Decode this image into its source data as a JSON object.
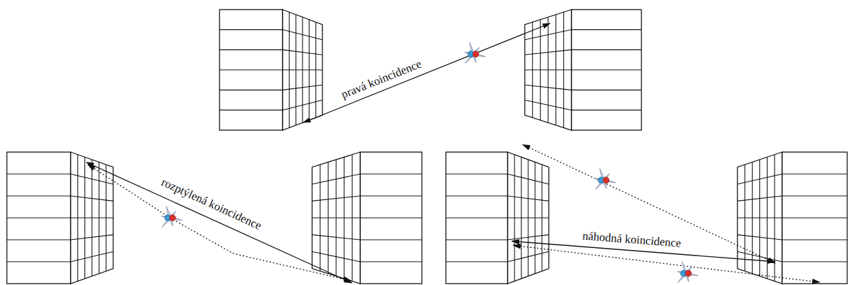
{
  "diagram": {
    "labels": [
      "pravá koincidence",
      "rozptýlená koincidence",
      "náhodná koincidence"
    ]
  }
}
